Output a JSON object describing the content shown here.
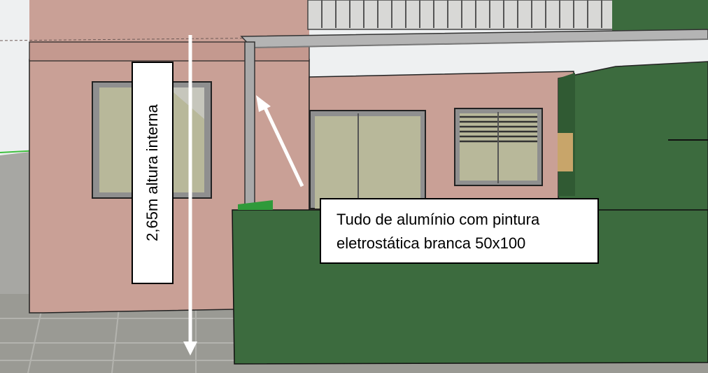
{
  "callouts": {
    "height": "2,65m altura interna",
    "material_line1": "Tudo de alumínio com pintura",
    "material_line2": "eletrostática branca 50x100"
  },
  "colors": {
    "wall": "#c9a096",
    "wall_shadow": "#a98a82",
    "green_wall": "#3c6b3e",
    "frame": "#9c9c9c",
    "glass": "#b8b89a",
    "floor": "#9a9a94",
    "sky": "#eef0f1",
    "arrow": "#ffffff"
  }
}
